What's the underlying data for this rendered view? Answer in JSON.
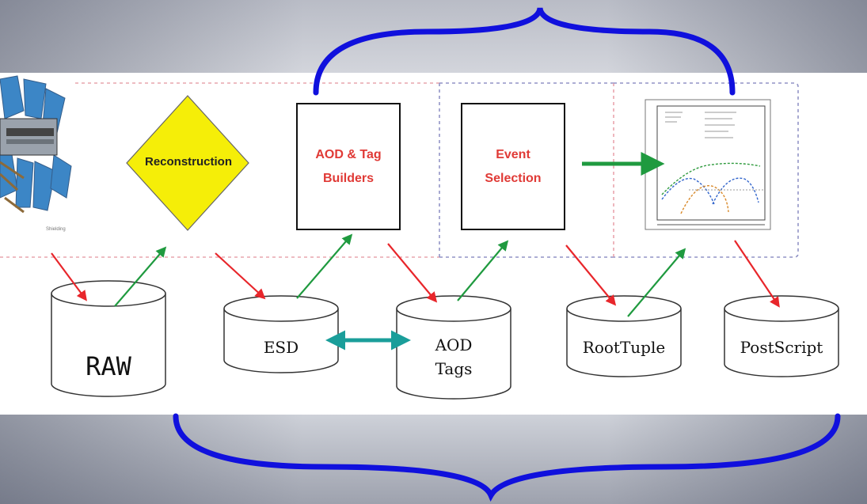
{
  "diagram": {
    "reconstruction_label": "Reconstruction",
    "aod_builder_line1": "AOD & Tag",
    "aod_builder_line2": "Builders",
    "event_selection_line1": "Event",
    "event_selection_line2": "Selection",
    "detector_caption": "Shielding",
    "stores": {
      "raw": "RAW",
      "esd": "ESD",
      "aod_line1": "AOD",
      "aod_line2": "Tags",
      "roottuple": "RootTuple",
      "postscript": "PostScript"
    }
  },
  "colors": {
    "bracket": "#1010dd",
    "input_arrow": "#e8262b",
    "output_arrow": "#1f9a3f",
    "exchange_arrow": "#1a9e9a",
    "diamond_fill": "#f5ee08",
    "box_text": "#e03a36"
  }
}
